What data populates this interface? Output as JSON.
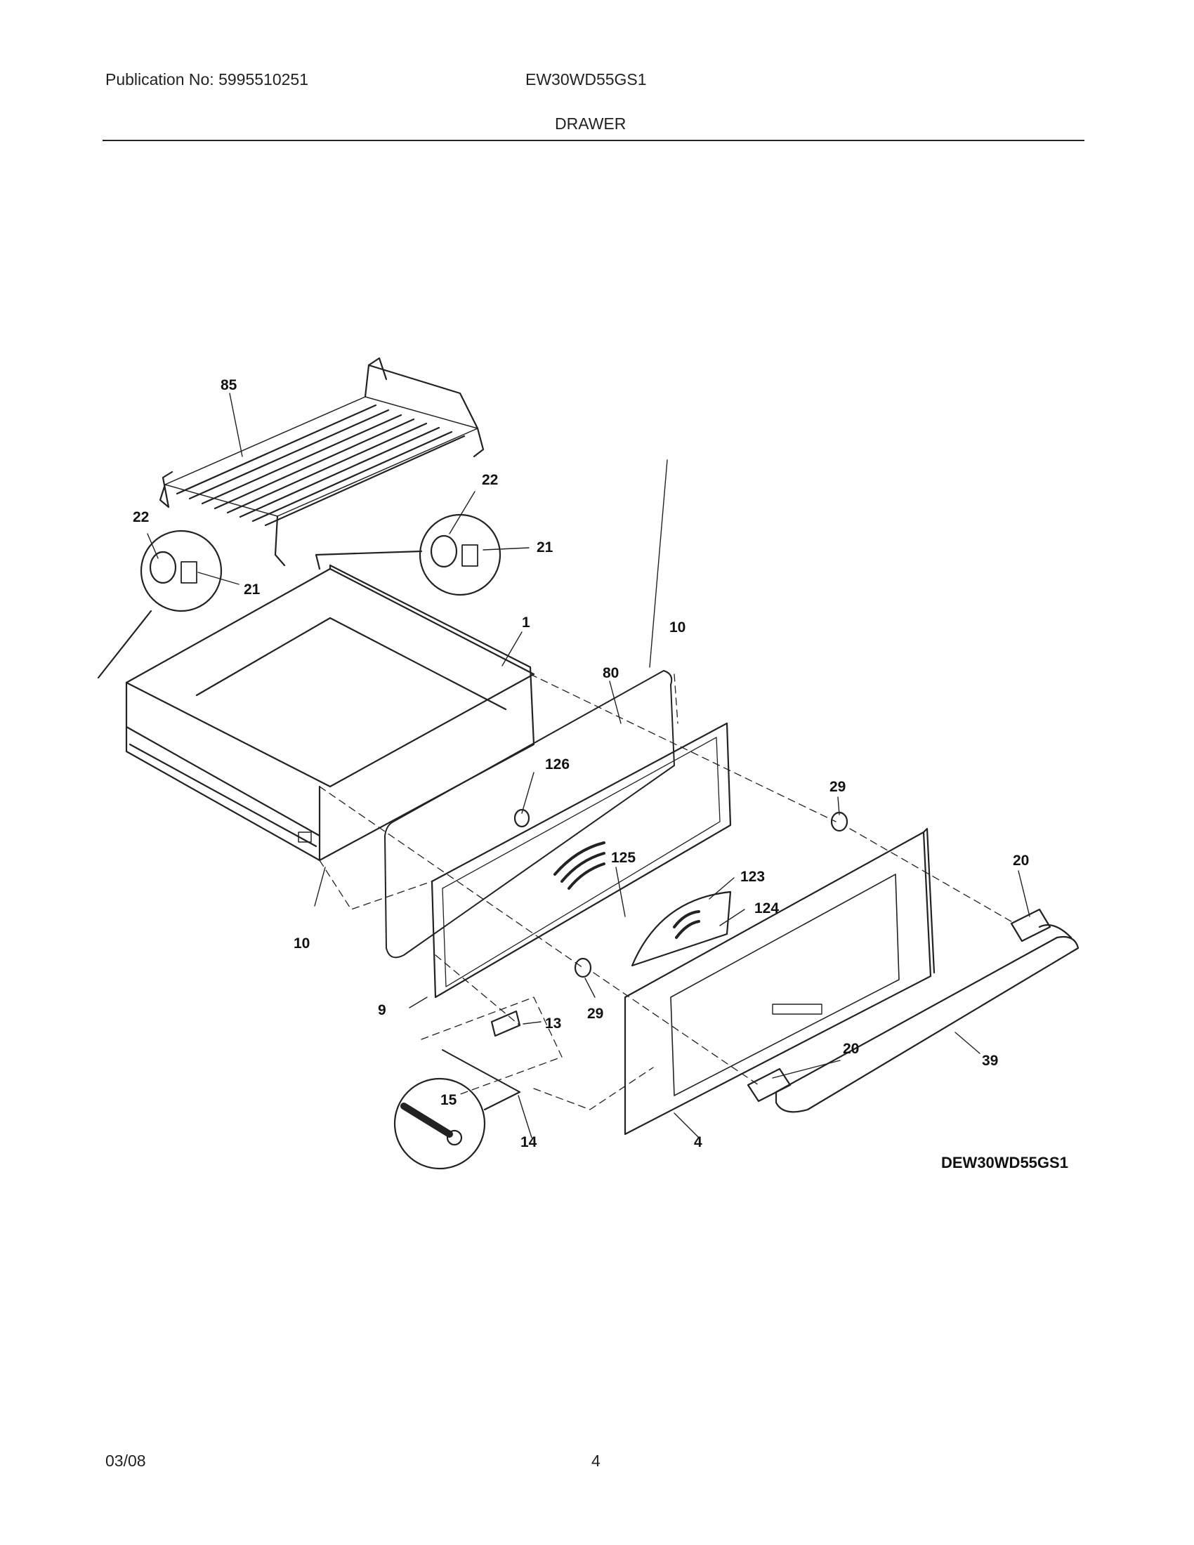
{
  "header": {
    "publication": "Publication No: 5995510251",
    "model": "EW30WD55GS1",
    "section": "DRAWER"
  },
  "diagram": {
    "code": "DEW30WD55GS1",
    "callouts": {
      "c85": "85",
      "c22a": "22",
      "c22b": "22",
      "c21a": "21",
      "c21b": "21",
      "c1": "1",
      "c10a": "10",
      "c10b": "10",
      "c80": "80",
      "c29a": "29",
      "c29b": "29",
      "c126": "126",
      "c125": "125",
      "c123": "123",
      "c124": "124",
      "c20a": "20",
      "c20b": "20",
      "c9": "9",
      "c13": "13",
      "c15": "15",
      "c14": "14",
      "c4": "4",
      "c39": "39"
    }
  },
  "footer": {
    "date": "03/08",
    "page": "4"
  }
}
